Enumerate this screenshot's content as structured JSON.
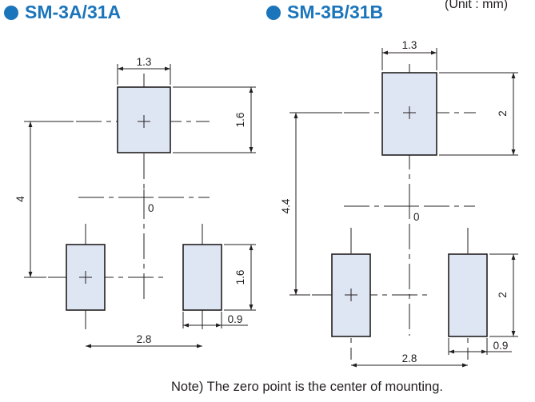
{
  "header": {
    "unit_note": "(Unit : mm)"
  },
  "diagrams": [
    {
      "title": "SM-3A/31A",
      "dims": {
        "pad_width": "1.3",
        "pad_height_top": "1.6",
        "pad_height_bottom": "1.6",
        "vertical_pitch": "4",
        "horizontal_pitch": "2.8",
        "gap": "0.9",
        "origin": "0"
      }
    },
    {
      "title": "SM-3B/31B",
      "dims": {
        "pad_width": "1.3",
        "pad_height_top": "2",
        "pad_height_bottom": "2",
        "vertical_pitch": "4.4",
        "horizontal_pitch": "2.8",
        "gap": "0.9",
        "origin": "0"
      }
    }
  ],
  "footer": {
    "note": "Note) The zero point is the center of mounting."
  },
  "colors": {
    "accent": "#1b75bb",
    "pad_fill": "#dfe6f3",
    "line": "#231f20"
  }
}
